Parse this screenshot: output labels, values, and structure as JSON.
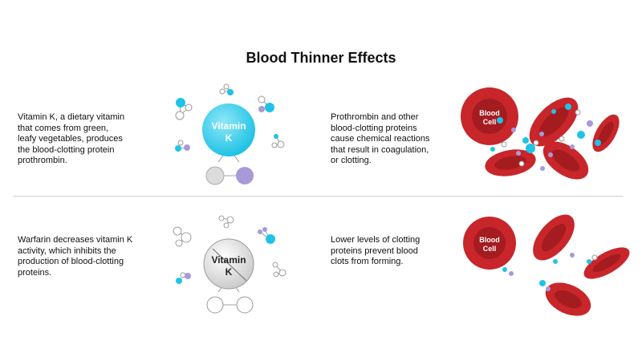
{
  "title": "Blood Thinner Effects",
  "colors": {
    "vitamin_k_fill": "#29c4e6",
    "purple_atom": "#a89ad8",
    "cyan_atom": "#1fc3e6",
    "gray_atom": "#cfcfcf",
    "blood_cell": "#c8262a",
    "blood_cell_center": "#a41c20",
    "inhibited_vitamin": "#d9d9d9"
  },
  "rows": [
    {
      "left_text": "Vitamin K, a dietary vitamin\nthat comes from green,\nleafy vegetables, produces\nthe blood-clotting protein\nprothrombin.",
      "vitamin_label": "Vitamin\nK",
      "right_text": "Prothrombin and other\nblood-clotting proteins\ncause chemical reactions\nthat result in coagulation,\nor clotting.",
      "cell_label": "Blood\nCell"
    },
    {
      "left_text": "Warfarin decreases vitamin K\nactivity, which inhibits the\nproduction of blood-clotting\nproteins.",
      "vitamin_label": "Vitamin\nK",
      "right_text": "Lower levels of clotting\nproteins prevent blood\nclots from forming.",
      "cell_label": "Blood\nCell"
    }
  ],
  "icons": [
    "vitamin-k-molecule-icon",
    "inhibited-vitamin-k-icon",
    "blood-cell-cluster-icon",
    "molecule-icon"
  ]
}
